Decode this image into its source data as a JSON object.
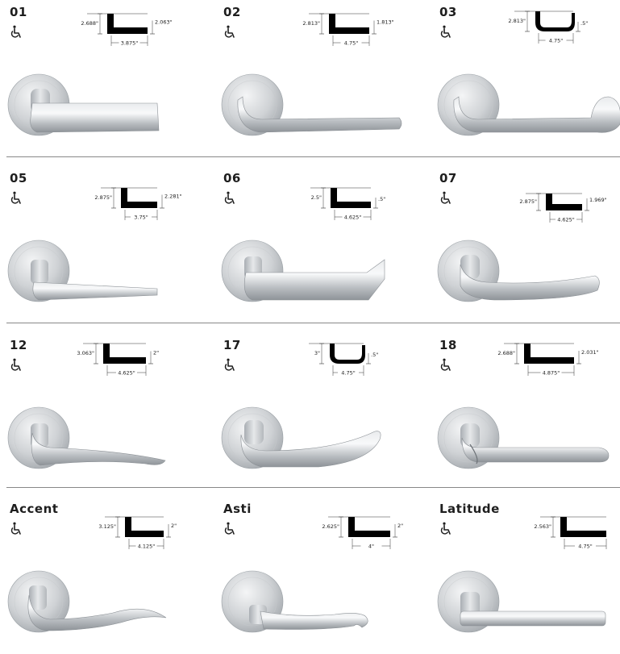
{
  "products": [
    {
      "model": "01",
      "dims": {
        "height": "2.688\"",
        "tip": "2.063\"",
        "length": "3.875\""
      }
    },
    {
      "model": "02",
      "dims": {
        "height": "2.813\"",
        "tip": "1.813\"",
        "length": "4.75\""
      }
    },
    {
      "model": "03",
      "dims": {
        "height": "2.813\"",
        "tip": ".5\"",
        "length": "4.75\""
      }
    },
    {
      "model": "05",
      "dims": {
        "height": "2.875\"",
        "tip": "2.281\"",
        "length": "3.75\""
      }
    },
    {
      "model": "06",
      "dims": {
        "height": "2.5\"",
        "tip": ".5\"",
        "length": "4.625\""
      }
    },
    {
      "model": "07",
      "dims": {
        "height": "2.875\"",
        "tip": "1.969\"",
        "length": "4.625\""
      }
    },
    {
      "model": "12",
      "dims": {
        "height": "3.063\"",
        "tip": "2\"",
        "length": "4.625\""
      }
    },
    {
      "model": "17",
      "dims": {
        "height": "3\"",
        "tip": ".5\"",
        "length": "4.75\""
      }
    },
    {
      "model": "18",
      "dims": {
        "height": "2.688\"",
        "tip": "2.031\"",
        "length": "4.875\""
      }
    },
    {
      "model": "Accent",
      "dims": {
        "height": "3.125\"",
        "tip": "2\"",
        "length": "4.125\""
      }
    },
    {
      "model": "Asti",
      "dims": {
        "height": "2.625\"",
        "tip": "2\"",
        "length": "4\""
      }
    },
    {
      "model": "Latitude",
      "dims": {
        "height": "2.563\"",
        "tip": "",
        "length": "4.75\""
      }
    }
  ],
  "icons": {
    "accessibility": "wheelchair-icon"
  },
  "colors": {
    "text": "#1e1e1e",
    "divider": "#888888",
    "profile": "#000000"
  }
}
